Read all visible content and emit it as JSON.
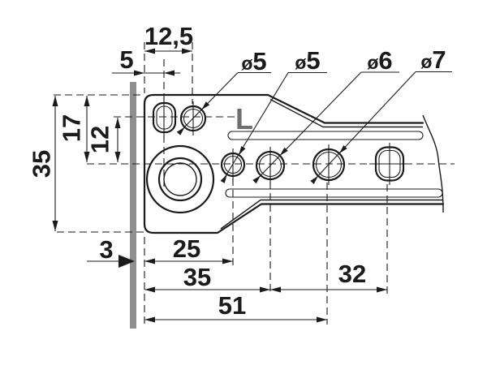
{
  "drawing": {
    "part_marking": "L",
    "hole_labels": [
      {
        "symbol": "ø",
        "value": "5"
      },
      {
        "symbol": "ø",
        "value": "5"
      },
      {
        "symbol": "ø",
        "value": "6"
      },
      {
        "symbol": "ø",
        "value": "7"
      }
    ],
    "dimensions": {
      "d12_5": "12,5",
      "d5": "5",
      "d17": "17",
      "d12": "12",
      "d35_left": "35",
      "d3": "3",
      "d25": "25",
      "d35_bottom": "35",
      "d32": "32",
      "d51": "51"
    }
  },
  "colors": {
    "line": "#1b1b1b",
    "bar": "#8f8f8f",
    "marking": "#6f6f6f",
    "background": "#fefefe",
    "part_fill": "#ffffff"
  }
}
